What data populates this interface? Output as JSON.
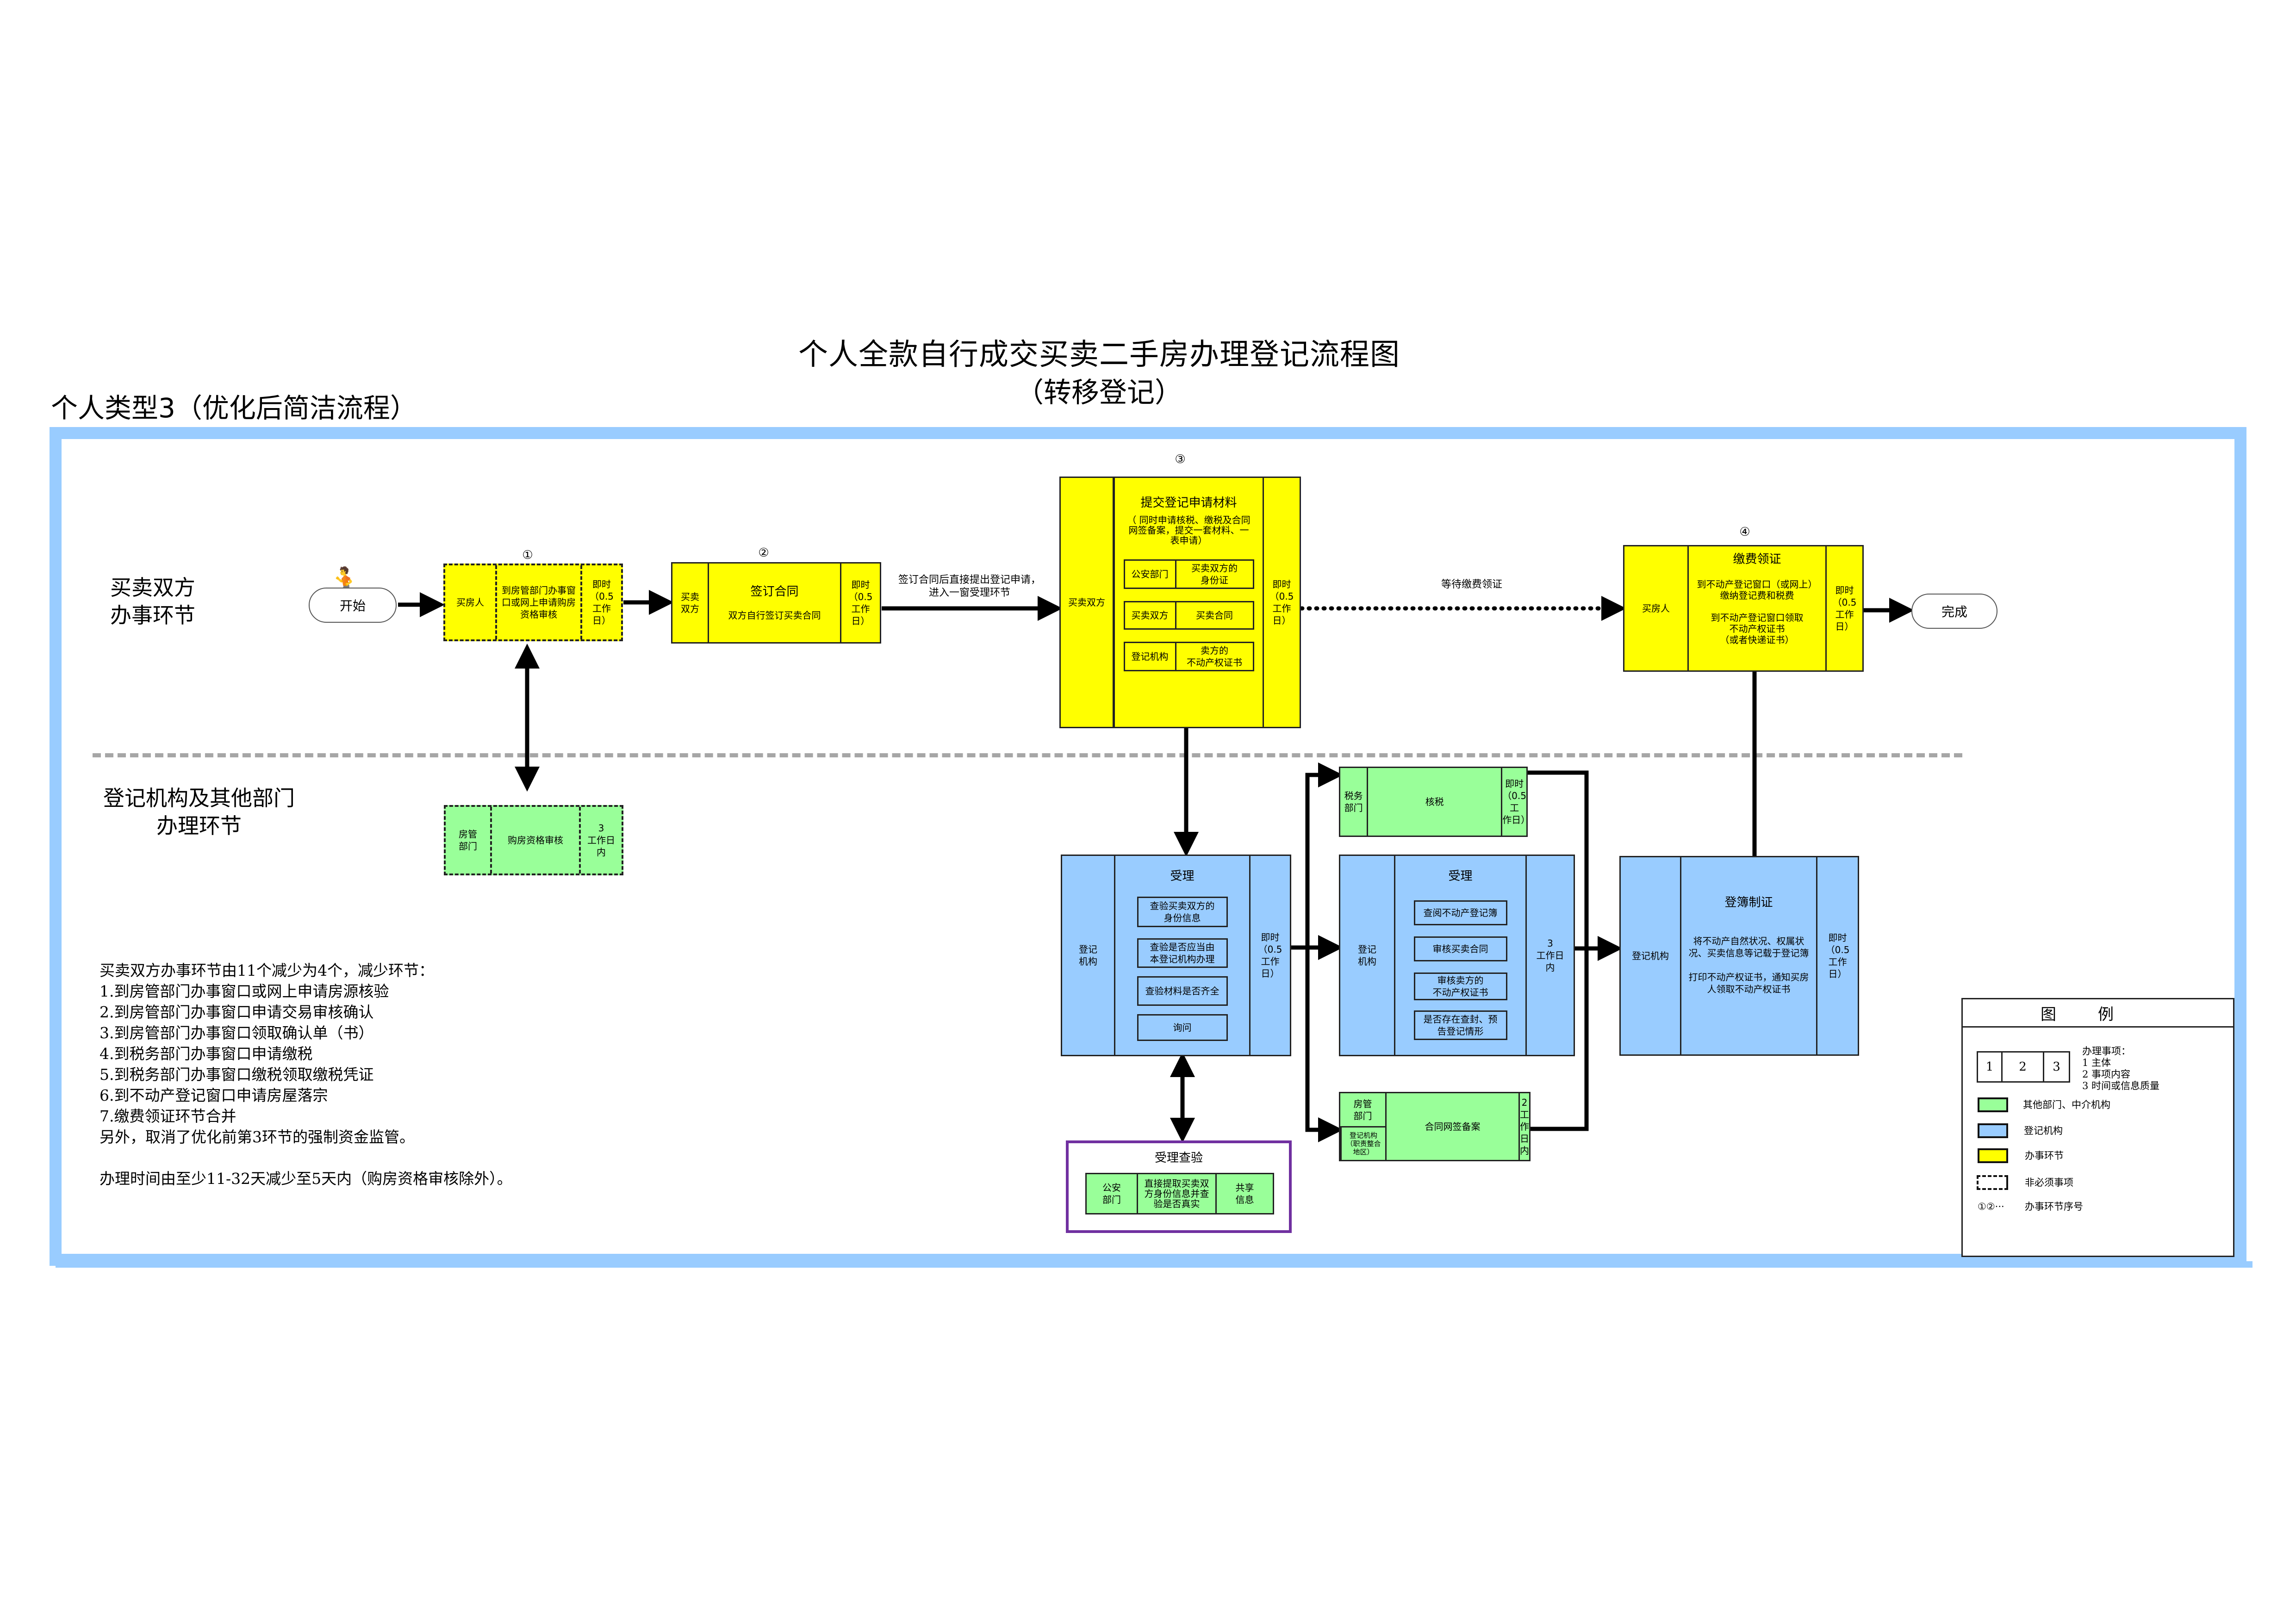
{
  "title": {
    "main": "个人全款自行成交买卖二手房办理登记流程图",
    "sub": "（转移登记）",
    "type_label": "个人类型3（优化后简洁流程）"
  },
  "colors": {
    "frame": "#99ccff",
    "service_step": "#ffff00",
    "registry": "#99ccff",
    "other_dept": "#99ff99",
    "joint_check_border": "#7030a0",
    "lane_divider": "#a6a6a6"
  },
  "lanes": {
    "top": "买卖双方\n办事环节",
    "bottom": "登记机构及其他部门\n办理环节"
  },
  "terminals": {
    "start": "开始",
    "end": "完成"
  },
  "steps": [
    {
      "seq": "①",
      "actor": "买房人",
      "content": "到房管部门办事窗\n口或网上申请购房\n资格审核",
      "time": "即时\n（0.5\n工作\n日）",
      "optional": true
    },
    {
      "seq": "②",
      "actor": "买卖\n双方",
      "heading": "签订合同",
      "content": "双方自行签订买卖合同",
      "time": "即时\n（0.5\n工作\n日）"
    },
    {
      "seq": "③",
      "actor": "买卖双方",
      "heading": "提交登记申请材料",
      "content": "（ 同时申请核税、缴税及合同\n网签备案，提交一套材料、一\n表申请）",
      "materials": [
        {
          "source": "公安部门",
          "item": "买卖双方的\n身份证"
        },
        {
          "source": "买卖双方",
          "item": "买卖合同"
        },
        {
          "source": "登记机构",
          "item": "卖方的\n不动产权证书"
        }
      ],
      "time": "即时\n（0.5\n工作\n日）"
    },
    {
      "seq": "④",
      "actor": "买房人",
      "heading": "缴费领证",
      "content": "到不动产登记窗口（或网上）\n缴纳登记费和税费\n\n到不动产登记窗口领取\n不动产权证书\n（或者快递证书）",
      "time": "即时\n（0.5\n工作\n日）"
    }
  ],
  "arrow_labels": {
    "sign_to_submit": "签订合同后直接提出登记申请，\n进入一窗受理环节",
    "wait_fee": "等待缴费领证"
  },
  "backend": {
    "qualification": {
      "actor": "房管\n部门",
      "content": "购房资格审核",
      "time": "3\n工作日\n内",
      "optional": true
    },
    "acceptance": {
      "actor": "登记\n机构",
      "heading": "受理",
      "items": [
        "查验买卖双方的\n身份信息",
        "查验是否应当由\n本登记机构办理",
        "查验材料是否齐全",
        "询问"
      ],
      "time": "即时\n（0.5\n工作\n日）"
    },
    "joint_check": {
      "heading": "受理查验",
      "actor": "公安\n部门",
      "content": "直接提取买卖双\n方身份信息并查\n验是否真实",
      "time": "共享\n信息"
    },
    "tax": {
      "actor": "税务\n部门",
      "content": "核税",
      "time": "即时\n（0.5工\n作日）"
    },
    "review": {
      "actor": "登记\n机构",
      "heading": "受理",
      "items": [
        "查阅不动产登记簿",
        "审核买卖合同",
        "审核卖方的\n不动产权证书",
        "是否存在查封、预\n告登记情形"
      ],
      "time": "3\n工作日\n内"
    },
    "contract_filing": {
      "actor_top": "房管\n部门",
      "actor_bottom": "登记机构\n（职责整合\n地区）",
      "content": "合同网签备案",
      "time": "2\n工作日\n内"
    },
    "registration": {
      "actor": "登记机构",
      "heading": "登簿制证",
      "content": "将不动产自然状况、权属状\n况、买卖信息等记载于登记簿\n\n打印不动产权证书，通知买房\n人领取不动产权证书",
      "time": "即时\n（0.5\n工作\n日）"
    }
  },
  "notes": {
    "summary": "买卖双方办事环节由11个减少为4个，减少环节：\n1.到房管部门办事窗口或网上申请房源核验\n2.到房管部门办事窗口申请交易审核确认\n3.到房管部门办事窗口领取确认单（书）\n4.到税务部门办事窗口申请缴税\n5.到税务部门办事窗口缴税领取缴税凭证\n6.到不动产登记窗口申请房屋落宗\n7.缴费领证环节合并\n另外，取消了优化前第3环节的强制资金监管。",
    "time": "办理时间由至少11-32天减少至5天内（购房资格审核除外）。"
  },
  "legend": {
    "title": "图例",
    "sample_cells": [
      "1",
      "2",
      "3"
    ],
    "sample_desc": "办理事项：\n1  主体\n2  事项内容\n3  时间或信息质量",
    "items": [
      {
        "swatch": "green",
        "label": "其他部门、中介机构"
      },
      {
        "swatch": "blue",
        "label": "登记机构"
      },
      {
        "swatch": "yellow",
        "label": "办事环节"
      },
      {
        "swatch": "dashed",
        "label": "非必须事项"
      },
      {
        "swatch": "seq",
        "symbol": "①②···",
        "label": "办事环节序号"
      }
    ]
  }
}
